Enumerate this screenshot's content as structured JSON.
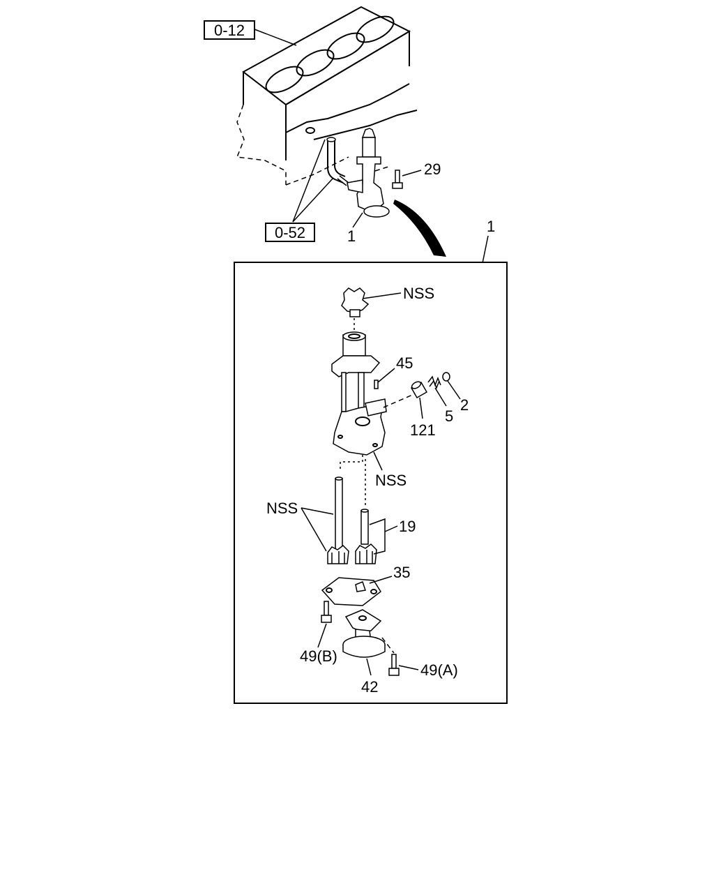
{
  "references": {
    "block": "0-12",
    "pipe": "0-52"
  },
  "callouts": {
    "pump_top": "1",
    "frame": "1",
    "bolt_top": "29",
    "drive_gear": "NSS",
    "pin_45": "45",
    "plug_2": "2",
    "spring_5": "5",
    "valve_121": "121",
    "body_nss": "NSS",
    "shaft_nss": "NSS",
    "gear_19": "19",
    "cover_35": "35",
    "bolt_49b": "49(B)",
    "bolt_49a": "49(A)",
    "strainer_42": "42"
  }
}
